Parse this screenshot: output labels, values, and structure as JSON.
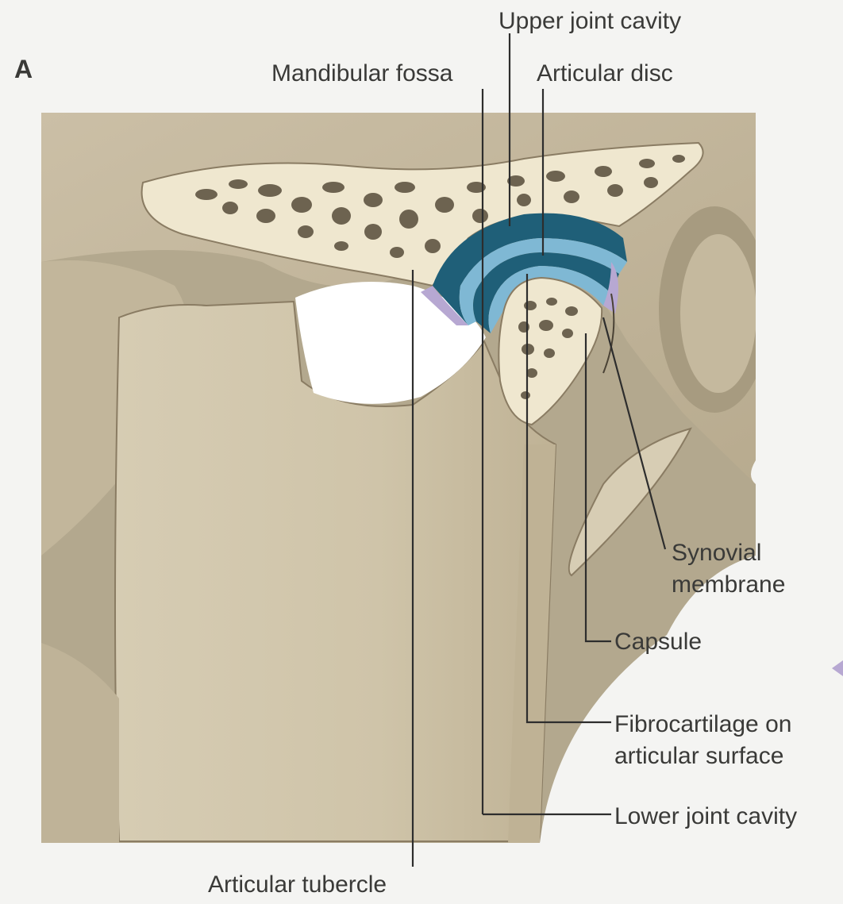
{
  "figure": {
    "panel_label": "A",
    "labels": {
      "upper_joint_cavity": "Upper joint cavity",
      "mandibular_fossa": "Mandibular fossa",
      "articular_disc": "Articular disc",
      "synovial_membrane_line1": "Synovial",
      "synovial_membrane_line2": "membrane",
      "capsule": "Capsule",
      "fibrocartilage_line1": "Fibrocartilage on",
      "fibrocartilage_line2": "articular surface",
      "lower_joint_cavity": "Lower joint cavity",
      "articular_tubercle": "Articular tubercle"
    }
  },
  "colors": {
    "background": "#f4f4f2",
    "bone": "#c9bea5",
    "bone_dark": "#8a7c63",
    "cut_bone": "#efe7cf",
    "trabecular": "#6d6350",
    "disc_dark": "#1f5f78",
    "disc_light": "#7fb8d4",
    "synovial": "#b7a8d2"
  }
}
